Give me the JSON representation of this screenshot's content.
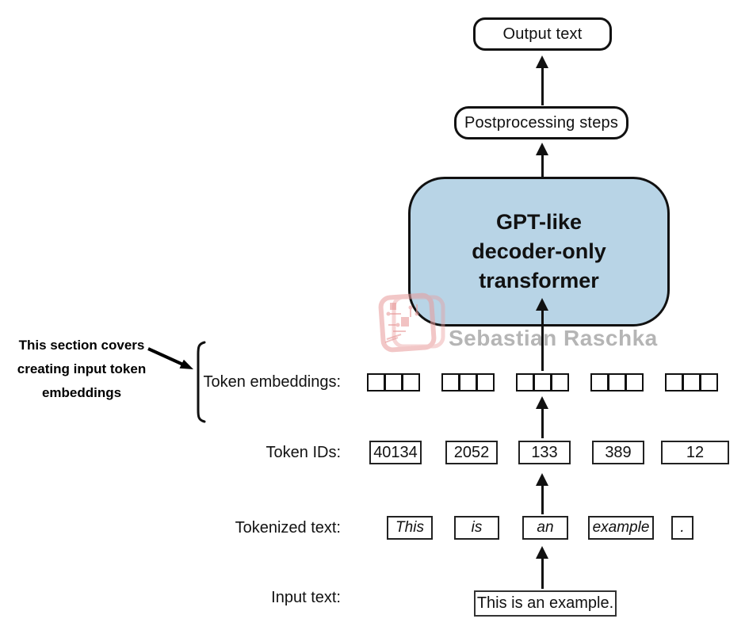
{
  "diagram": {
    "output_box": {
      "label": "Output text"
    },
    "postprocessing_box": {
      "label": "Postprocessing steps"
    },
    "transformer_box": {
      "lines": [
        "GPT-like",
        "decoder-only",
        "transformer"
      ]
    },
    "watermark": {
      "name": "Sebastian Raschka"
    },
    "annotation": {
      "lines": [
        "This section covers",
        "creating input token",
        "embeddings"
      ]
    },
    "rows": {
      "embeddings": {
        "label": "Token embeddings:",
        "group_count": 5,
        "cells_per_group": 3
      },
      "token_ids": {
        "label": "Token IDs:",
        "values": [
          "40134",
          "2052",
          "133",
          "389",
          "12"
        ]
      },
      "tokenized": {
        "label": "Tokenized text:",
        "tokens": [
          "This",
          "is",
          "an",
          "example",
          "."
        ]
      },
      "input": {
        "label": "Input text:",
        "value": "This is an example."
      }
    },
    "colors": {
      "transformer_fill": "#b8d4e6",
      "outline": "#111111",
      "watermark_gray": "#b5b5b5",
      "logo_pink": "#e89a9a"
    }
  }
}
